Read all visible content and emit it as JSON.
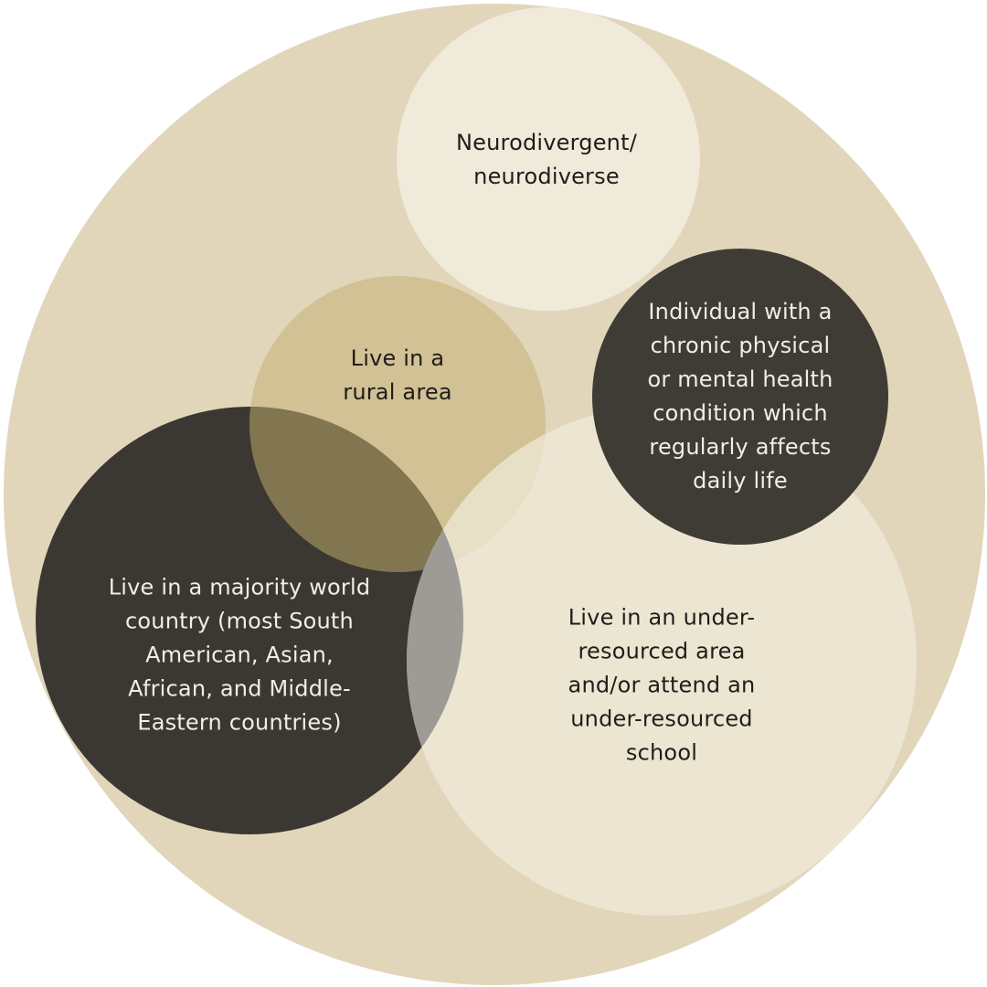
{
  "colors": {
    "outer_circle": "#e1d6ba",
    "neuro_circle": "#f0eadb",
    "rural_circle": "#d2c194",
    "majority_world_circle": "#3b3833",
    "rural_majority_overlap": "#827651",
    "under_resourced_circle": "#f0eadb",
    "majority_under_overlap": "#9e9b96",
    "chronic_circle": "#3b3833",
    "text_dark": "#1f1d1a",
    "text_light": "#f2eee3"
  },
  "labels": {
    "neurodivergent": [
      "Neurodivergent/",
      "neurodiverse"
    ],
    "chronic": [
      "Individual with a",
      "chronic physical",
      "or mental health",
      "condition which",
      "regularly affects",
      "daily life"
    ],
    "rural": [
      "Live in a",
      "rural area"
    ],
    "majority_world": [
      "Live in a majority world",
      "country (most South",
      "American, Asian,",
      "African, and Middle-",
      "Eastern countries)"
    ],
    "under_resourced": [
      "Live in an under-",
      "resourced area",
      "and/or attend an",
      "under-resourced",
      "school"
    ]
  }
}
